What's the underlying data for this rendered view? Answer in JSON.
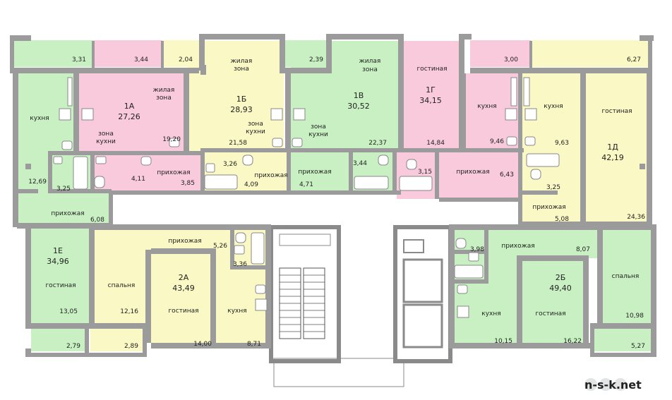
{
  "colors": {
    "green": "#c9f0c3",
    "pink": "#f9c9dc",
    "yellow": "#faf8c4",
    "wall": "#9b9b9b",
    "stair": "#ffffff",
    "fixture": "#ffffff"
  },
  "apartments": [
    {
      "key": "1a",
      "id": "1А",
      "area": "27,26",
      "color": "pink"
    },
    {
      "key": "1b",
      "id": "1Б",
      "area": "28,93",
      "color": "yellow"
    },
    {
      "key": "1v",
      "id": "1В",
      "area": "30,52",
      "color": "green"
    },
    {
      "key": "1g",
      "id": "1Г",
      "area": "34,15",
      "color": "pink"
    },
    {
      "key": "1d",
      "id": "1Д",
      "area": "42,19",
      "color": "yellow"
    },
    {
      "key": "1e",
      "id": "1Е",
      "area": "34,96",
      "color": "green"
    },
    {
      "key": "2a",
      "id": "2А",
      "area": "43,49",
      "color": "yellow"
    },
    {
      "key": "2b",
      "id": "2Б",
      "area": "49,40",
      "color": "green"
    }
  ],
  "room_labels": {
    "kuhnya": "кухня",
    "zhilaya": "жилая",
    "zona": "зона",
    "kuhni": "кухни",
    "prihozhaya": "прихожая",
    "gostinaya": "гостиная",
    "spalnya": "спальня"
  },
  "areas": {
    "b1": "3,31",
    "b2": "3,44",
    "b3": "2,04",
    "b4": "2,39",
    "b5": "3,00",
    "b6": "6,27",
    "k1a": "12,69",
    "bath1a": "3,25",
    "hall1a_top": "6,08",
    "zk1a": "19,20",
    "hall1a": "4,11",
    "wc1a": "3,85",
    "z1b": "21,58",
    "bath1b": "3,26",
    "hall1b": "4,09",
    "z1v": "22,37",
    "hall1v": "4,71",
    "bath1v": "3,44",
    "g1g": "14,84",
    "k1g": "9,46",
    "bath1g": "3,15",
    "hall1g": "6,43",
    "k1d": "9,63",
    "bath1d": "3,25",
    "hall1d": "5,08",
    "g1d": "24,36",
    "g1e": "13,05",
    "b1e": "2,79",
    "hall2a": "5,26",
    "bath2a": "3,36",
    "s2a": "12,16",
    "g2a": "14,00",
    "k2a": "8,71",
    "b2a": "2,89",
    "bath2b": "3,98",
    "hall2b": "8,07",
    "k2b": "10,15",
    "g2b": "16,22",
    "s2b": "10,98",
    "b2b": "5,27"
  },
  "watermark": "n-s-k.net"
}
